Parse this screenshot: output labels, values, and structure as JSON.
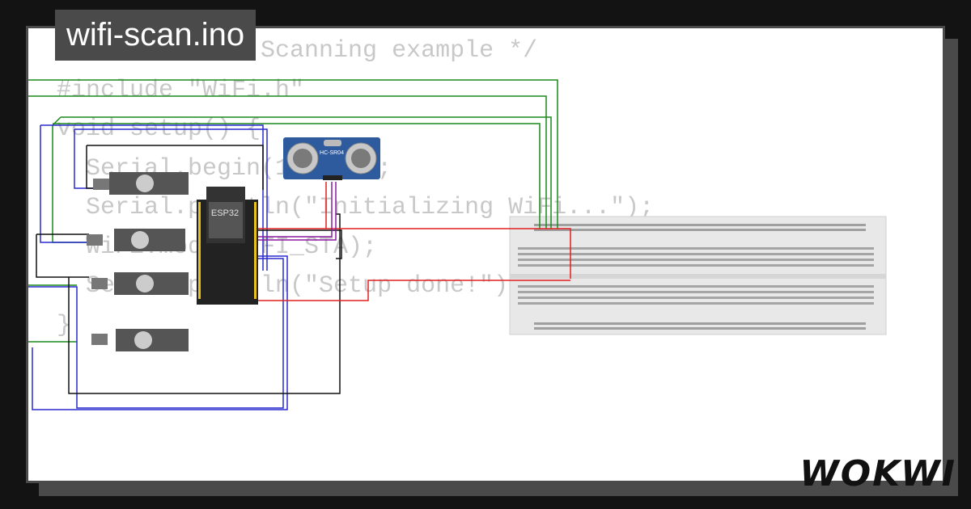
{
  "title": "wifi-scan.ino",
  "brand": "WOKWI",
  "code_lines": [
    "/* ESP32 WiFi Scanning example */",
    "",
    "#include \"WiFi.h\"",
    "",
    "void setup() {",
    "  Serial.begin(115200);",
    "  Serial.println(\"Initializing WiFi...\");",
    "  WiFi.mode(WIFI_STA);",
    "  Serial.println(\"Setup done!\");",
    "}"
  ],
  "parts": {
    "mcu_label": "ESP32",
    "sensor_label": "HC-SR04"
  },
  "colors": {
    "background": "#131313",
    "card": "#ffffff",
    "frame": "#4a4a4a",
    "code_text": "#c8c8c8",
    "wire_green": "#1a8a1a",
    "wire_blue": "#2a2ad0",
    "wire_black": "#111111",
    "wire_red": "#e02020",
    "wire_purple": "#8a1aa0"
  }
}
